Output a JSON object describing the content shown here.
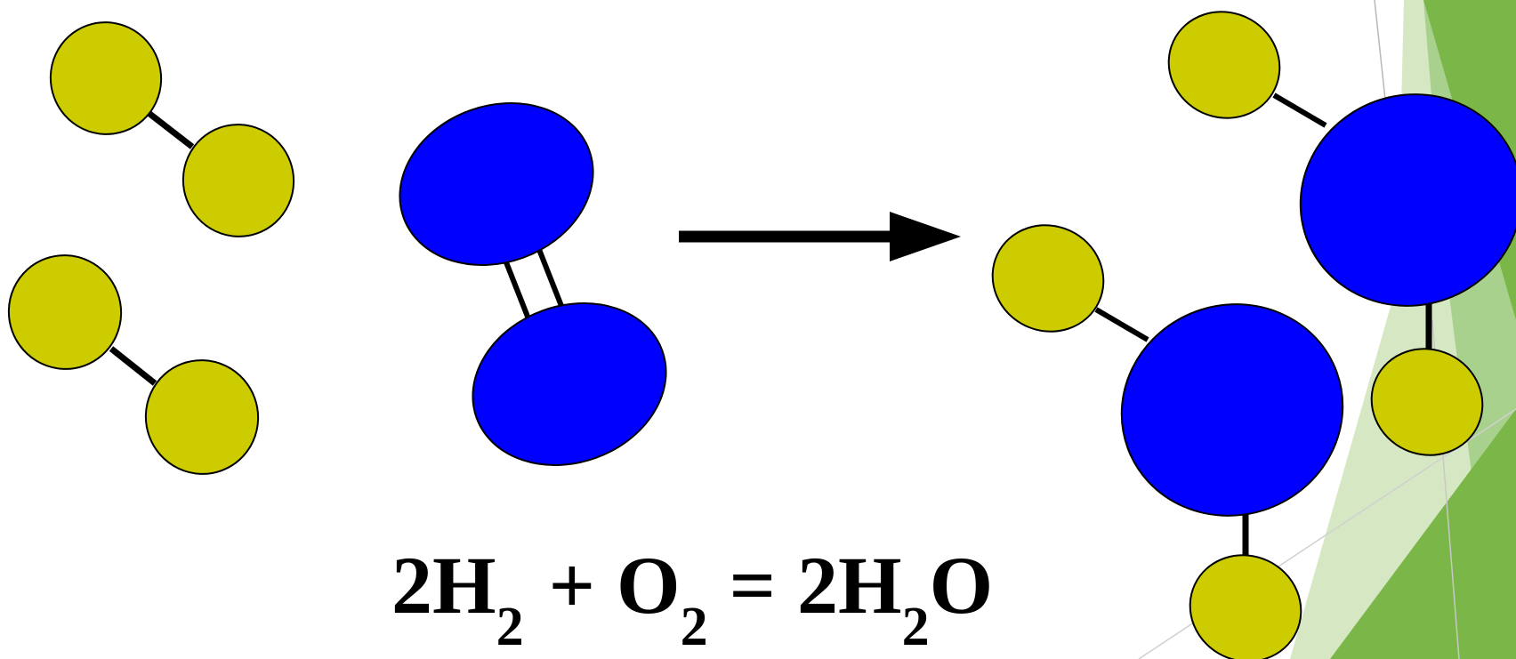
{
  "colors": {
    "hydrogen": "#cccc00",
    "oxygen": "#0000ff",
    "bond": "#000000",
    "background_dark": "#7ab648",
    "background_mid": "#a9d18e",
    "background_light": "#d6e8c3"
  },
  "equation": {
    "coef_h2": "2",
    "h2_symbol": "H",
    "h2_sub": "2",
    "plus": "+",
    "o2_symbol": "O",
    "o2_sub": "2",
    "equals": "=",
    "coef_h2o": "2",
    "h2o_h": "H",
    "h2o_sub": "2",
    "h2o_o": "O"
  }
}
